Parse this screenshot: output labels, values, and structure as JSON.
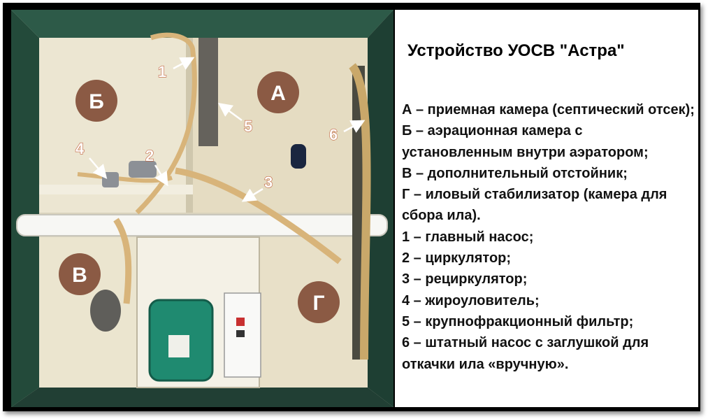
{
  "title": "Устройство УОСВ \"Астра\"",
  "legend": [
    "А – приемная камера (септический отсек);",
    "Б – аэрационная камера с установленным внутри аэратором;",
    "В – дополнительный отстойник;",
    "Г – иловый стабилизатор (камера для сбора ила).",
    "1 – главный насос;",
    "2 – циркулятор;",
    "3 – рециркулятор;",
    "4 – жироуловитель;",
    "5 – крупнофракционный фильтр;",
    "6 – штатный насос с заглушкой для откачки ила «вручную»."
  ],
  "chamber_labels": {
    "a": "А",
    "b": "Б",
    "v": "В",
    "g": "Г"
  },
  "component_labels": {
    "n1": "1",
    "n2": "2",
    "n3": "3",
    "n4": "4",
    "n5": "5",
    "n6": "6"
  },
  "colors": {
    "badge": "#8b5a44",
    "arrow": "#ffffff",
    "tank_edge": "#1c4a3a",
    "pump": "#1f8a70"
  }
}
